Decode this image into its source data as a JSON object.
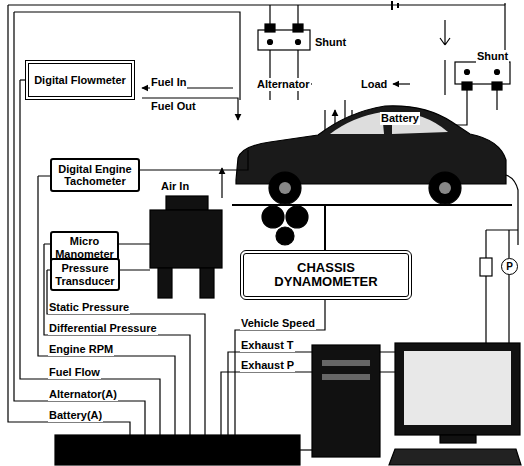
{
  "diagram": {
    "nodes": [
      {
        "text": [
          "Digital Flowmeter"
        ]
      },
      {
        "text": [
          "Digital Engine Tachometer"
        ]
      },
      {
        "text": [
          "Micro Manometer"
        ]
      },
      {
        "text": [
          "Pressure Transducer"
        ]
      },
      {
        "text": [
          "CHASSIS DYNAMOMETER"
        ]
      },
      {
        "text": [
          "P"
        ]
      }
    ],
    "labels": [
      "Shunt",
      "Shunt",
      "Alternator",
      "Load",
      "Battery",
      "Fuel In",
      "Fuel Out",
      "Air In",
      "Static Pressure",
      "Differential Pressure",
      "Engine RPM",
      "Fuel Flow",
      "Alternator(A)",
      "Battery(A)",
      "Vehicle Speed",
      "Exhaust T",
      "Exhaust P"
    ]
  }
}
